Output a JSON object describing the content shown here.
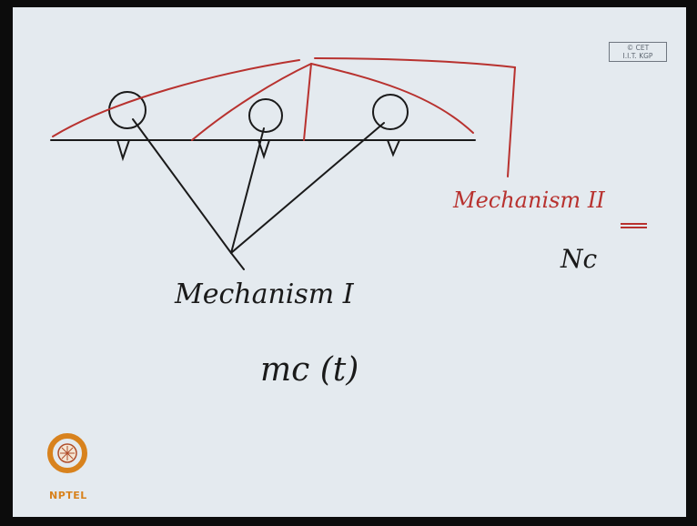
{
  "watermark": {
    "line1": "© CET",
    "line2": "I.I.T. KGP"
  },
  "labels": {
    "mechanism_1": "Mechanism I",
    "mc_t": "mc (t)",
    "mechanism_2": "Mechanism II",
    "nc": "Nc"
  },
  "logo": {
    "name": "nptel-logo",
    "text": "NPTEL"
  },
  "colors": {
    "board": "#e4eaef",
    "ink": "#1a1a1a",
    "red_ink": "#b8322f",
    "logo": "#d8821d"
  }
}
